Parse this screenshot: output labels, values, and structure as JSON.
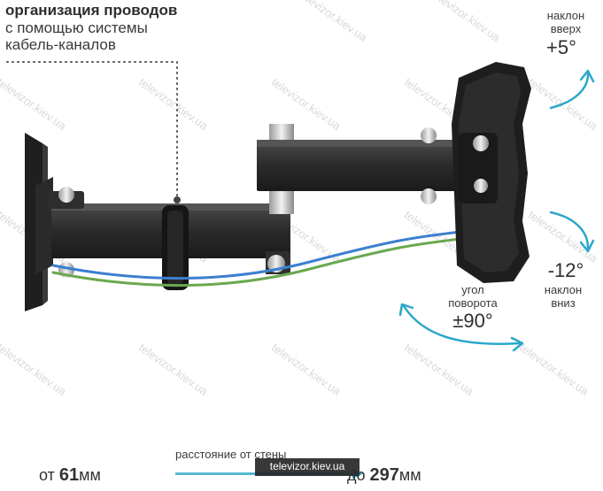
{
  "cable": {
    "line1": "организация проводов",
    "line2": "с помощью системы",
    "line3": "кабель-каналов"
  },
  "tilt_up": {
    "label1": "наклон",
    "label2": "вверх",
    "value": "+5°"
  },
  "tilt_down": {
    "value": "-12°",
    "label1": "наклон",
    "label2": "вниз"
  },
  "rotation": {
    "label1": "угол",
    "label2": "поворота",
    "value": "±90°"
  },
  "distance": {
    "label": "расстояние от стены",
    "min_prefix": "от",
    "min_value": "61",
    "min_unit": "мм",
    "max_prefix": "до",
    "max_value": "297",
    "max_unit": "мм"
  },
  "watermark": "televizor.kiev.ua",
  "colors": {
    "accent": "#2aa7c9",
    "metal": "#2b2b2b",
    "cable_blue": "#3b7fd0",
    "cable_green": "#6aa84f"
  }
}
